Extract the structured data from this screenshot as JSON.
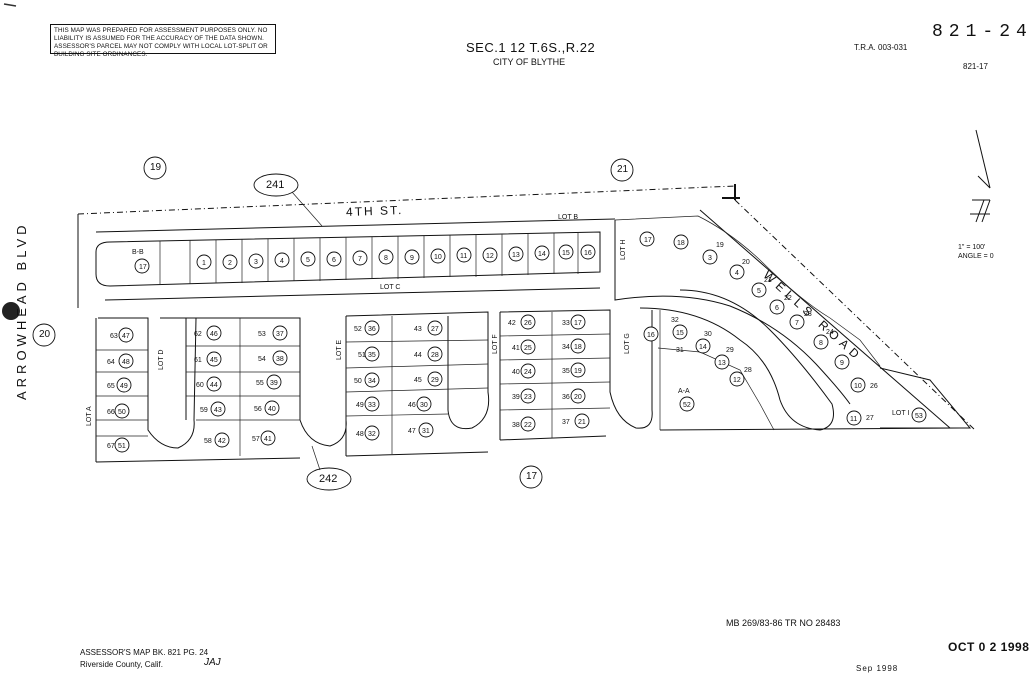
{
  "header": {
    "disclaimer": "THIS MAP WAS PREPARED FOR ASSESSMENT PURPOSES ONLY. NO LIABILITY IS ASSUMED FOR THE ACCURACY OF THE DATA SHOWN. ASSESSOR'S PARCEL MAY NOT COMPLY WITH LOCAL LOT-SPLIT OR BUILDING SITE ORDINANCES.",
    "section": "SEC.1 12 T.6S.,R.22",
    "city": "CITY OF BLYTHE",
    "tra": "T.R.A. 003-031",
    "book_page": "821-24",
    "ref": "821-17",
    "scale": "1\" = 100'",
    "angle": "ANGLE = 0"
  },
  "streets": {
    "fourth": "4TH ST.",
    "arrowhead": "ARROWHEAD BLVD",
    "wells": "WELLS ROAD",
    "lot_b": "LOT B",
    "lot_c": "LOT C",
    "lot_d": "LOT D",
    "lot_e": "LOT E",
    "lot_f": "LOT F",
    "lot_g": "LOT G",
    "lot_h": "LOT H",
    "lot_a": "LOT A",
    "lot_i": "LOT I",
    "aa": "A-A",
    "bb": "B-B"
  },
  "pages": {
    "p19": "19",
    "p21": "21",
    "p20": "20",
    "p17": "17",
    "p241": "241",
    "p242": "242"
  },
  "footer": {
    "mb": "MB 269/83-86 TR NO 28483",
    "assessor": "ASSESSOR'S MAP BK. 821 PG. 24",
    "county": "Riverside County, Calif.",
    "date_stamp": "OCT 0 2 1998",
    "date_small": "Sep 1998",
    "initials": "JAJ"
  }
}
